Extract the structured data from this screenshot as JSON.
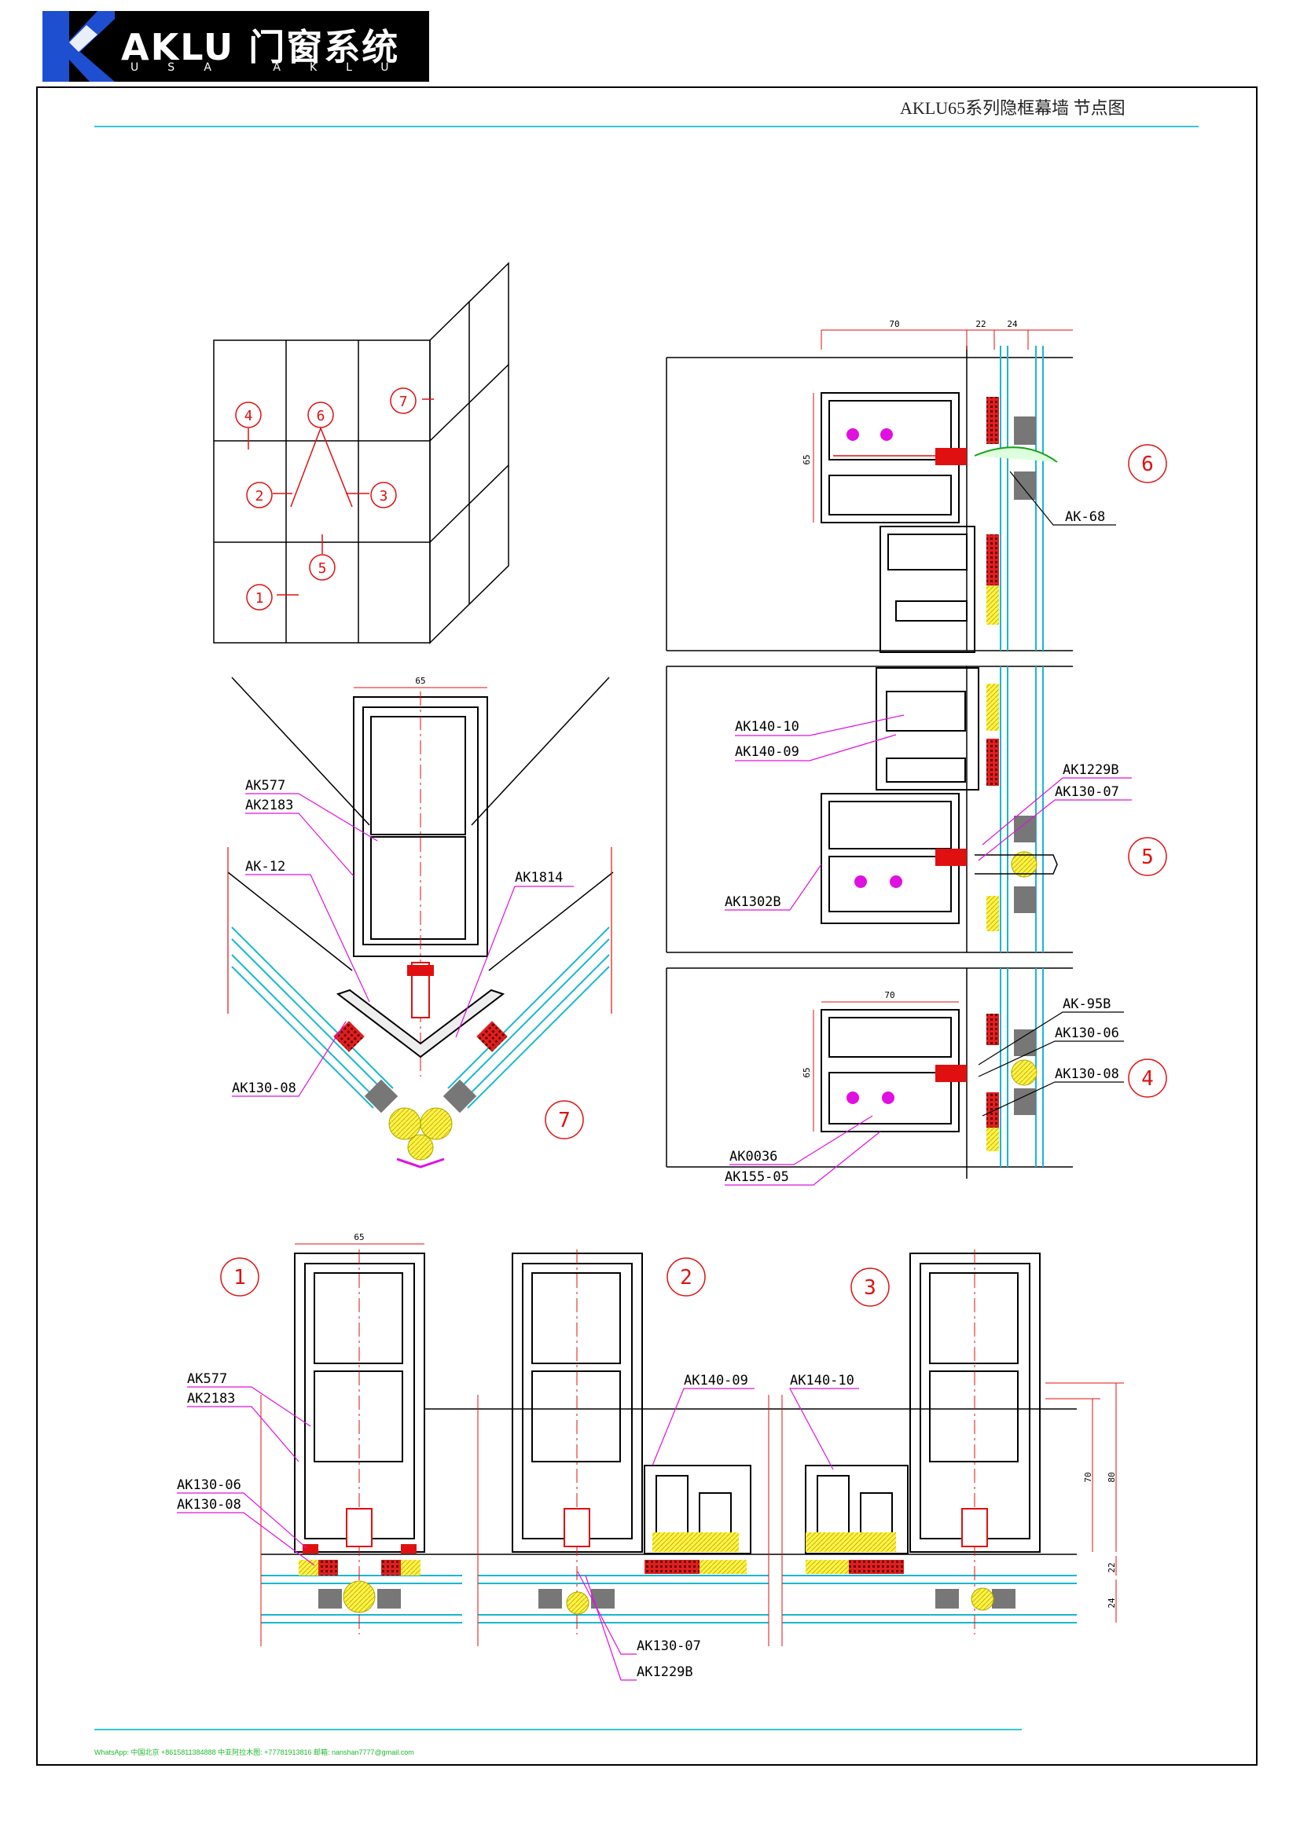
{
  "brand": {
    "logo_text": "AKLU 门窗系统",
    "logo_sub": "USA AKLU",
    "colors": {
      "logo_bg": "#000000",
      "logo_blue": "#1e4fd0",
      "rule": "#35c8d8"
    }
  },
  "sheet": {
    "title": "AKLU65系列隐框幕墙 节点图",
    "footer": "WhatsApp: 中国北京 +8615811384888 中亚阿拉木图: +77781913816 邮箱: nanshan7777@gmail.com"
  },
  "key_plan": {
    "markers": [
      "1",
      "2",
      "3",
      "4",
      "5",
      "6",
      "7"
    ]
  },
  "detail_7": {
    "marker": "7",
    "dim": "65",
    "labels": [
      "AK577",
      "AK2183",
      "AK-12",
      "AK1814",
      "AK130-08"
    ]
  },
  "detail_6": {
    "marker": "6",
    "dims": [
      "70",
      "22",
      "24",
      "65"
    ],
    "labels": [
      "AK-68"
    ]
  },
  "detail_5": {
    "marker": "5",
    "labels": [
      "AK140-10",
      "AK140-09",
      "AK1229B",
      "AK130-07",
      "AK1302B"
    ]
  },
  "detail_4": {
    "marker": "4",
    "dims": [
      "70",
      "65"
    ],
    "labels": [
      "AK-95B",
      "AK130-06",
      "AK130-08",
      "AK0036",
      "AK155-05"
    ]
  },
  "detail_1": {
    "marker": "1",
    "dim": "65",
    "labels": [
      "AK577",
      "AK2183",
      "AK130-06",
      "AK130-08"
    ]
  },
  "detail_2": {
    "marker": "2",
    "labels": [
      "AK140-09",
      "AK130-07",
      "AK1229B"
    ]
  },
  "detail_3": {
    "marker": "3",
    "labels": [
      "AK140-10"
    ],
    "dims": [
      "70",
      "80",
      "22",
      "24"
    ]
  }
}
